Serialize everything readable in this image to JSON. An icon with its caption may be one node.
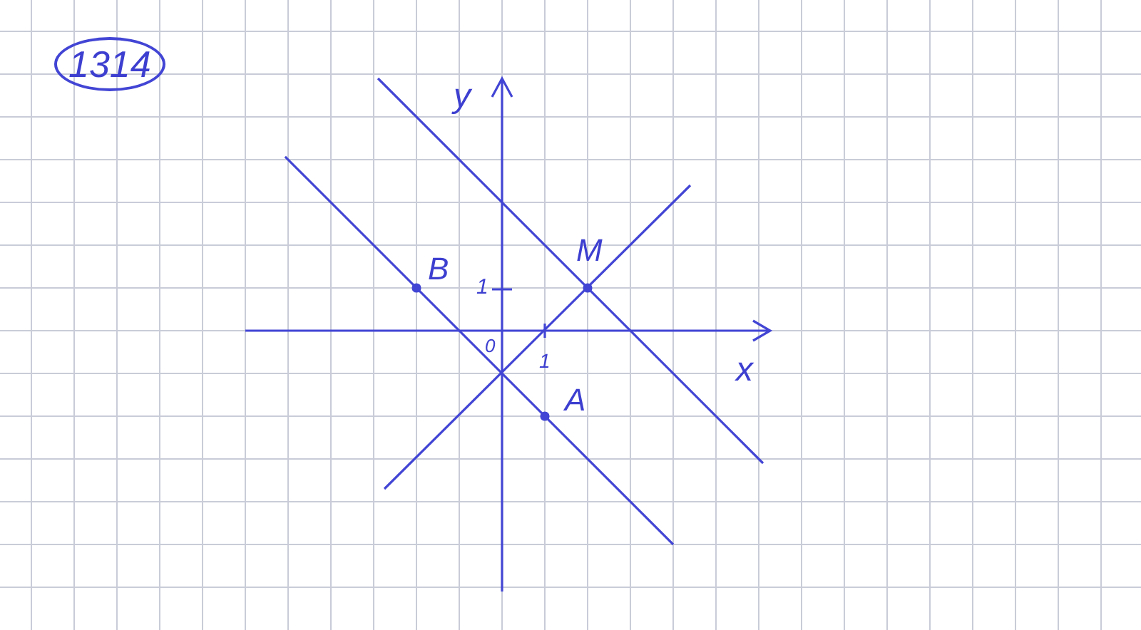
{
  "diagram": {
    "labels": [
      "1314",
      "y",
      "M",
      "B",
      "1",
      "0",
      "1",
      "x",
      "A"
    ]
  }
}
